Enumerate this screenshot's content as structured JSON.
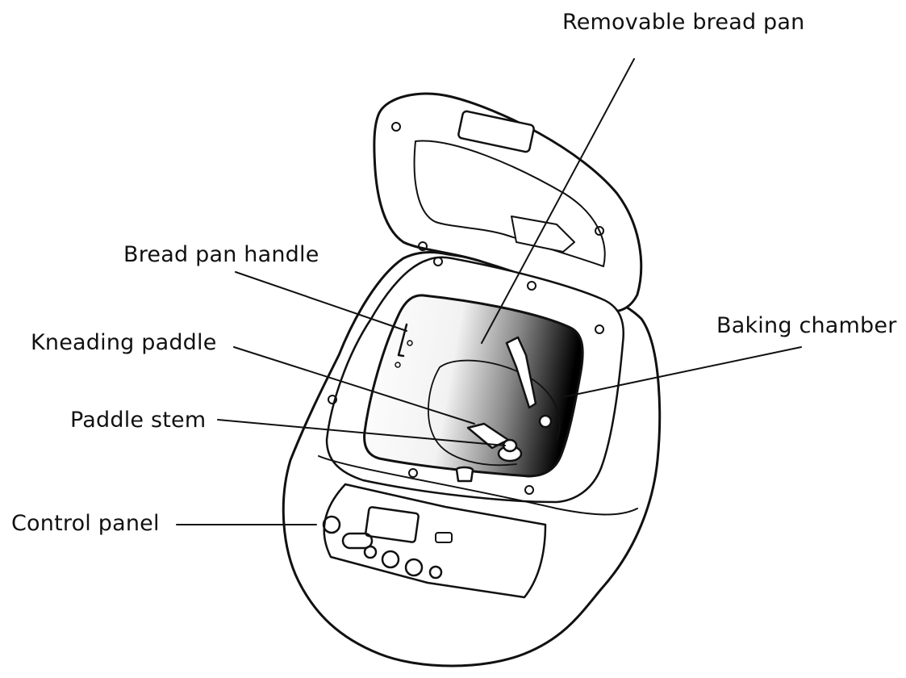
{
  "diagram": {
    "labels": {
      "removable_bread_pan": "Removable bread pan",
      "bread_pan_handle": "Bread pan handle",
      "baking_chamber": "Baking chamber",
      "kneading_paddle": "Kneading paddle",
      "paddle_stem": "Paddle stem",
      "control_panel": "Control panel"
    },
    "colors": {
      "ink": "#111111",
      "background": "#ffffff",
      "chamber_shadow": "#000000"
    }
  }
}
